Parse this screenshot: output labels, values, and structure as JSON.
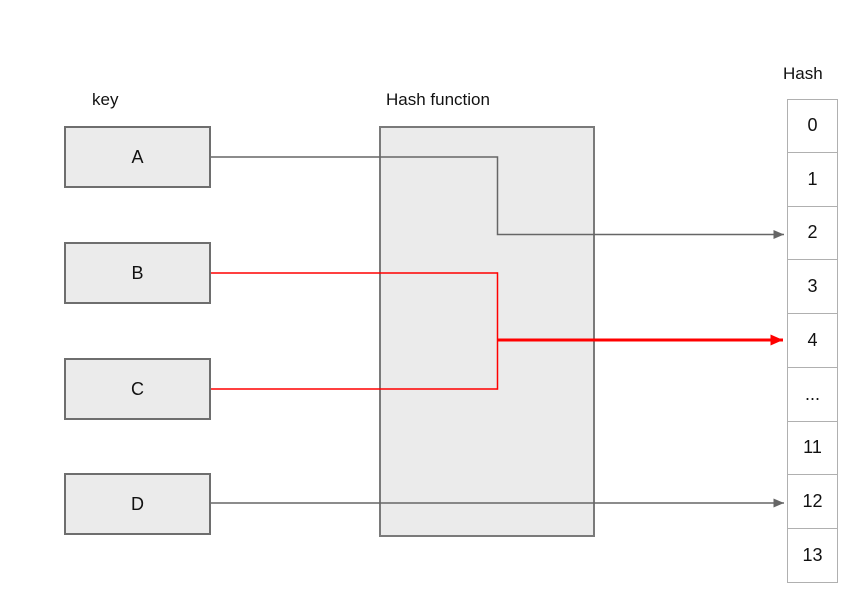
{
  "diagram": {
    "labels": {
      "key_column": "key",
      "hash_function": "Hash function",
      "hash_column": "Hash"
    },
    "keys": [
      {
        "label": "A"
      },
      {
        "label": "B"
      },
      {
        "label": "C"
      },
      {
        "label": "D"
      }
    ],
    "hash_table": {
      "cells": [
        "0",
        "1",
        "2",
        "3",
        "4",
        "...",
        "11",
        "12",
        "13"
      ]
    },
    "connections": [
      {
        "from": "A",
        "to": "2",
        "color": "#666666",
        "emphasis": false
      },
      {
        "from": "B",
        "to": "4",
        "color": "#ff0000",
        "emphasis": false
      },
      {
        "from": "C",
        "to": "4",
        "color": "#ff0000",
        "emphasis": false
      },
      {
        "from": "B+C",
        "to": "4",
        "color": "#ff0000",
        "emphasis": true
      },
      {
        "from": "D",
        "to": "12",
        "color": "#666666",
        "emphasis": false
      }
    ],
    "colors": {
      "box_fill": "#ebebeb",
      "box_border": "#6e6e6e",
      "hash_box_border": "#7a7a7a",
      "table_border": "#b0b0b0",
      "line_gray": "#666666",
      "line_red": "#ff0000",
      "text": "#111111"
    }
  }
}
